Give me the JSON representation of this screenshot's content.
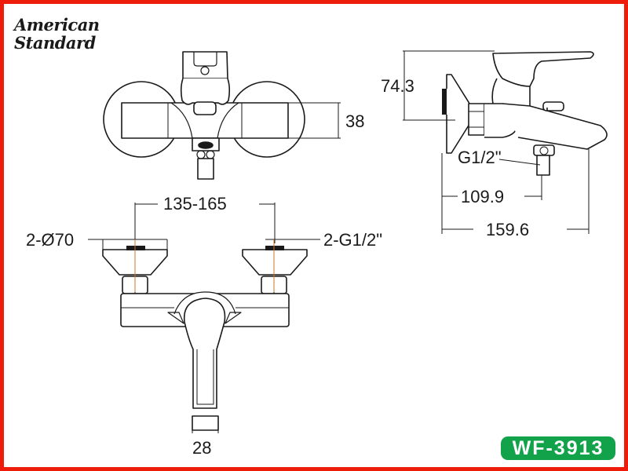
{
  "brand": {
    "line1": "American",
    "line2": "Standard"
  },
  "model_badge": {
    "label": "WF-3913",
    "color": "#12a24a"
  },
  "frame": {
    "border_color": "#ee1c0a"
  },
  "views": {
    "top_view": {
      "dim_depth": "38"
    },
    "side_view": {
      "dim_height": "74.3",
      "dim_outlet_thread": "G1/2\"",
      "dim_outlet_offset": "109.9",
      "dim_total_length": "159.6"
    },
    "front_view": {
      "dim_center_distance": "135-165",
      "dim_flange_diameter": "2-Ø70",
      "dim_inlet_thread": "2-G1/2\"",
      "dim_spout_width": "28"
    }
  }
}
